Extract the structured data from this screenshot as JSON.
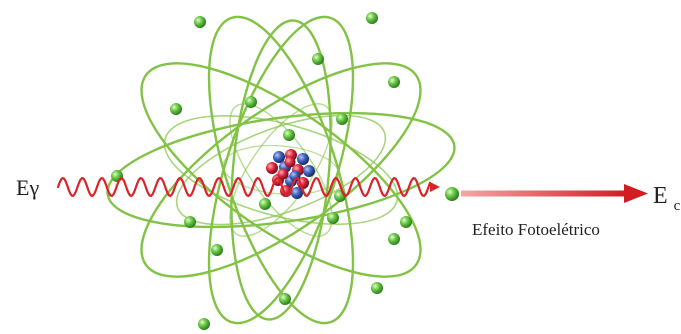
{
  "diagram": {
    "photon_label": "Eγ",
    "electron_energy_label_main": "E",
    "electron_energy_label_sub": "c",
    "effect_label": "Efeito Fotoelétrico"
  },
  "colors": {
    "orbit": "#7cbf3c",
    "electron": "#5fbf3a",
    "photon_wave": "#d8242a",
    "arrow": "#d8242a",
    "proton": "#d8283c",
    "neutron": "#3c5fb4",
    "text": "#222222"
  },
  "icons": {
    "atom": "atom-diagram-icon",
    "photon": "wavy-arrow-icon",
    "ejected_electron": "right-arrow-icon"
  }
}
